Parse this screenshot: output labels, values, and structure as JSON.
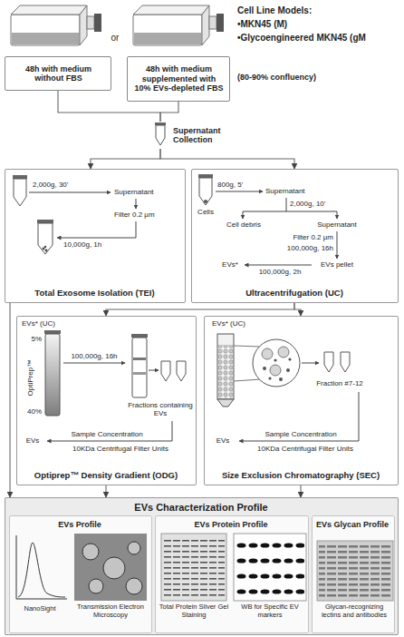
{
  "diagram": {
    "nodes": [
      {
        "text": [
          "48h with medium without FBS"
        ]
      },
      {
        "text": [
          "48h with medium supplemented with 10% EVs-depleted FBS"
        ]
      },
      {
        "text": [
          "Supernatant Collection"
        ]
      },
      {
        "text": [
          "Total Exosome Isolation (TEI)"
        ]
      },
      {
        "text": [
          "Ultracentrifugation (UC)"
        ]
      },
      {
        "text": [
          "Optiprep™ Density Gradient (ODG)"
        ]
      },
      {
        "text": [
          "Size Exclusion Chromatography (SEC)"
        ]
      },
      {
        "text": [
          "EVs Characterization Profile"
        ]
      },
      {
        "text": [
          "EVs Profile"
        ],
        "in": 7
      },
      {
        "text": [
          "EVs Protein Profile"
        ],
        "in": 7
      },
      {
        "text": [
          "EVs Glycan Profile"
        ],
        "in": 7
      }
    ],
    "edges": [
      {
        "from": 0,
        "to": 2,
        "arrow": "none"
      },
      {
        "from": 1,
        "to": 2,
        "arrow": "none"
      },
      {
        "from": 2,
        "to": 3,
        "arrow": "to"
      },
      {
        "from": 2,
        "to": 4,
        "arrow": "to"
      },
      {
        "from": 4,
        "to": 5,
        "arrow": "to"
      },
      {
        "from": 4,
        "to": 6,
        "arrow": "to"
      },
      {
        "from": 3,
        "to": 7,
        "arrow": "to"
      },
      {
        "from": 5,
        "to": 7,
        "arrow": "to"
      },
      {
        "from": 6,
        "to": 7,
        "arrow": "to"
      }
    ],
    "labels": [
      "or",
      "Cell Line Models:",
      "•MKN45 (M)",
      "•Glycoengineered MKN45 (gM",
      "(80-90% confluency)",
      "2,000g, 30'",
      "Supernatant",
      "Filter 0.2 µm",
      "10,000g, 1h",
      "800g, 5'",
      "Supernatant",
      "Cells",
      "2,000g, 10'",
      "Cell debris",
      "Supernatant",
      "Filter 0.2 µm",
      "100,000g, 16h",
      "EVs pellet",
      "EVs*",
      "100,000g, 2h",
      "EVs* (UC)",
      "5%",
      "OptiPrep™",
      "40%",
      "100,000g, 16h",
      "Fractions containing EVs",
      "Sample Concentration",
      "EVs",
      "10KDa Centrifugal Filter Units",
      "EVs* (UC)",
      "Fraction #7-12",
      "Sample Concentration",
      "EVs",
      "10KDa Centrifugal Filter Units",
      "NanoSight",
      "Transmission Electron Microscopy",
      "Total Protein Silver Gel Staining",
      "WB for Specific EV markers",
      "Glycan-recognizing lectins and antibodies"
    ]
  }
}
